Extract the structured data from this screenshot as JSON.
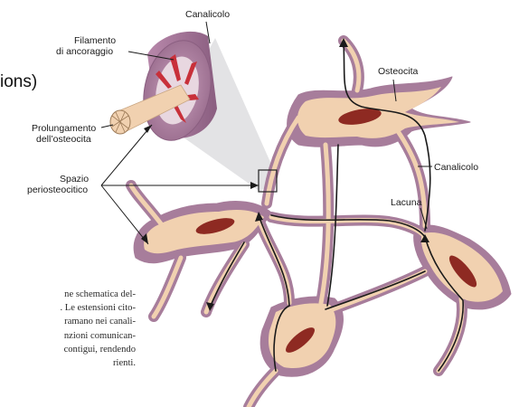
{
  "labels": {
    "canalicolo_top": "Canalicolo",
    "filamento_1": "Filamento",
    "filamento_2": "di ancoraggio",
    "prolungamento_1": "Prolungamento",
    "prolungamento_2": "dell’osteocita",
    "spazio_1": "Spazio",
    "spazio_2": "periosteocitico",
    "osteocita": "Osteocita",
    "canalicolo_right": "Canalicolo",
    "lacuna": "Lacuna"
  },
  "fragment_top": "ions)",
  "caption_lines": [
    "ne schematica del-",
    ". Le estensioni cito-",
    "ramano nei canali-",
    "nzioni comunican-",
    "contigui, rendendo",
    "rienti."
  ],
  "colors": {
    "matrix": "#a77d9b",
    "matrix_light": "#cfa9c4",
    "cell": "#f1d1b0",
    "nucleus": "#8e2a22",
    "filament": "#c8303a",
    "arrow": "#1a1a1a"
  }
}
